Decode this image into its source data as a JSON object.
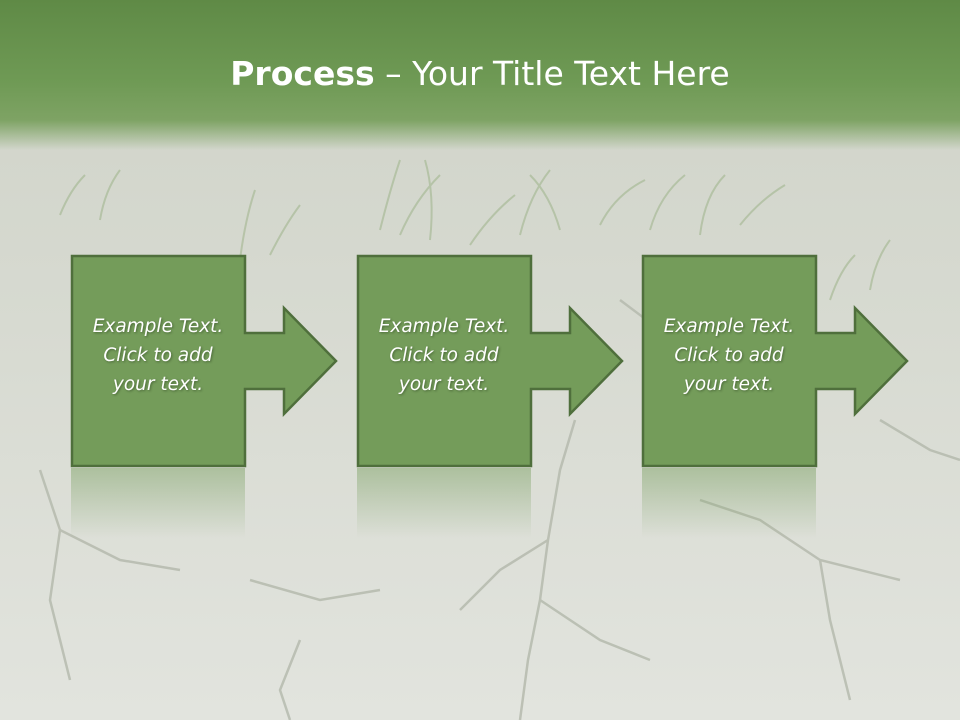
{
  "slide": {
    "title_bold": "Process",
    "title_rest": " – Your Title Text Here",
    "steps": [
      {
        "lines": [
          "Example Text.",
          "Click  to add",
          "your text."
        ]
      },
      {
        "lines": [
          "Example Text.",
          "Click  to add",
          "your text."
        ]
      },
      {
        "lines": [
          "Example Text.",
          "Click  to add",
          "your text."
        ]
      }
    ]
  },
  "colors": {
    "title_band": "#6f9a55",
    "box_fill": "#749c5a",
    "box_border": "#4f6f3c",
    "background": "#dcdfd6"
  }
}
